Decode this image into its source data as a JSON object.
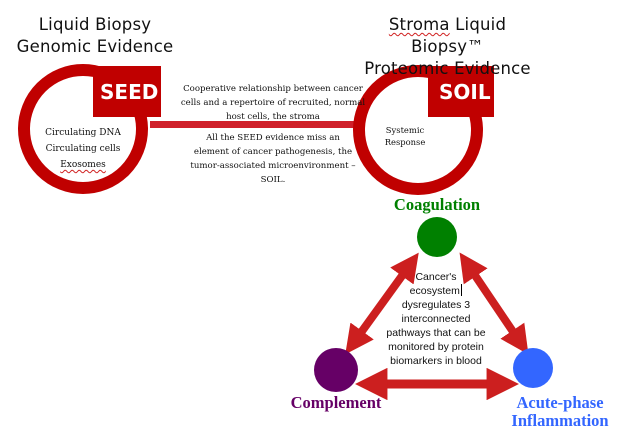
{
  "seed": {
    "heading_line1": "Liquid Biopsy",
    "heading_line2": "Genomic Evidence",
    "badge": "SEED",
    "items": [
      "Circulating DNA",
      "Circulating  cells",
      "Exosomes"
    ]
  },
  "soil": {
    "heading_line1_part1": "Stroma",
    "heading_line1_part2": " Liquid Biopsy™",
    "heading_line2": "Proteomic Evidence",
    "badge": "SOIL",
    "items": [
      "Systemic",
      "Response"
    ]
  },
  "connector": {
    "top_text": [
      "Cooperative relationship between cancer",
      "cells and a repertoire of recruited, normal"
    ],
    "top_text_last_prefix": "host cells, the ",
    "top_text_last_underlined": "stroma",
    "bottom_text": [
      "All the SEED evidence miss an",
      "element of cancer pathogenesis, the",
      "tumor-associated microenvironment –",
      "SOIL."
    ]
  },
  "pathways": {
    "coagulation": {
      "label": "Coagulation",
      "color": "#008000"
    },
    "complement": {
      "label": "Complement",
      "color": "#660066"
    },
    "acute_phase": {
      "label_line1": "Acute-phase",
      "label_line2": "Inflammation",
      "color": "#3366ff"
    },
    "center_text": [
      "Cancer's",
      "ecosystem",
      "dysregulates 3",
      "interconnected",
      "pathways that can be",
      "monitored by protein",
      "biomarkers in blood"
    ]
  },
  "colors": {
    "ring_red": "#c00000",
    "arrow_red": "#cc1f1f",
    "connector_red": "#d0202a"
  }
}
